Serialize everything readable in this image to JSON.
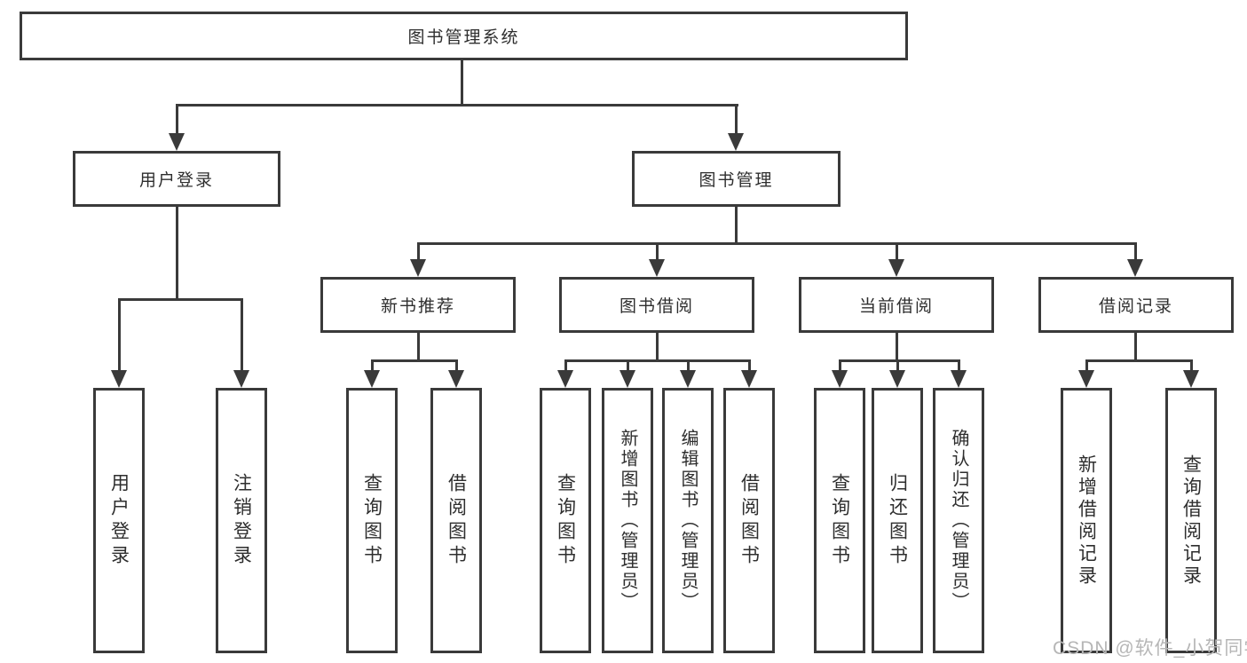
{
  "tree": {
    "root": {
      "label": "图书管理系统"
    },
    "children": [
      {
        "label": "用户登录",
        "children": [
          {
            "label": "用户登录"
          },
          {
            "label": "注销登录"
          }
        ]
      },
      {
        "label": "图书管理",
        "children": [
          {
            "label": "新书推荐",
            "children": [
              {
                "label": "查询图书"
              },
              {
                "label": "借阅图书"
              }
            ]
          },
          {
            "label": "图书借阅",
            "children": [
              {
                "label": "查询图书"
              },
              {
                "label": "新增图书（管理员）"
              },
              {
                "label": "编辑图书（管理员）"
              },
              {
                "label": "借阅图书"
              }
            ]
          },
          {
            "label": "当前借阅",
            "children": [
              {
                "label": "查询图书"
              },
              {
                "label": "归还图书"
              },
              {
                "label": "确认归还（管理员）"
              }
            ]
          },
          {
            "label": "借阅记录",
            "children": [
              {
                "label": "新增借阅记录"
              },
              {
                "label": "查询借阅记录"
              }
            ]
          }
        ]
      }
    ]
  },
  "watermark": {
    "text": "CSDN @软件_小贺同学"
  },
  "colors": {
    "line": "#3a3a3a",
    "text": "#2e2e2e",
    "bg": "#ffffff",
    "watermark": "#b6b6b6"
  }
}
